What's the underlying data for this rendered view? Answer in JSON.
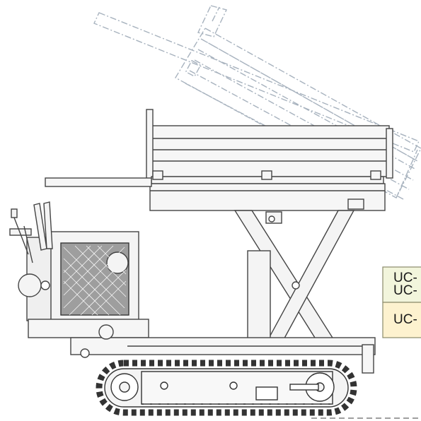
{
  "labels": {
    "model_line_1": "UC-",
    "model_line_2": "UC-",
    "model_line_3": "UC-"
  },
  "colors": {
    "paper": "#ffffff",
    "line": "#444444",
    "fill": "#f4f4f4",
    "tilted_bed": "#a7b2be",
    "label_box_top": "#f2f5dc",
    "label_box_bottom": "#fdf2cf",
    "label_box_border": "#8a8a6a"
  }
}
